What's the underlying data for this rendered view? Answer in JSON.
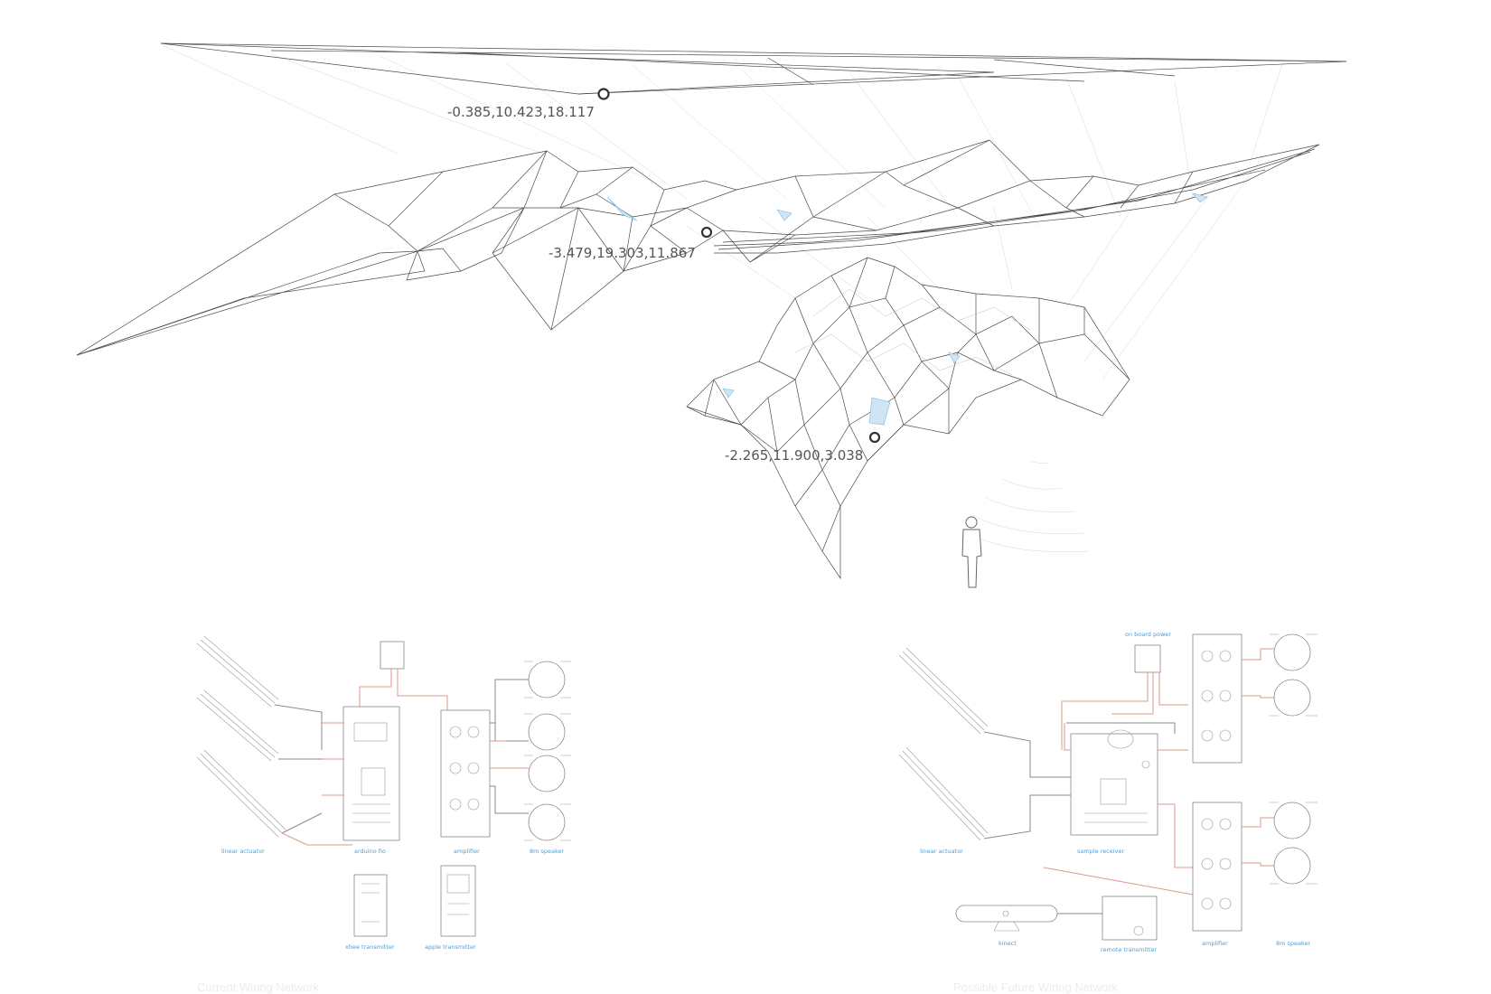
{
  "points": [
    {
      "label": "-0.385,10.423,18.117"
    },
    {
      "label": "-3.479,19.303,11.867"
    },
    {
      "label": "-2.265,11.900,3.038"
    }
  ],
  "current_network": {
    "caption": "Current Wiring Network",
    "labels": {
      "linear_actuator": "linear actuator",
      "arduino": "arduino fio",
      "amplifier": "amplifier",
      "speaker": "8m speaker",
      "xbee": "xbee transmitter",
      "apple": "apple transmitter"
    }
  },
  "future_network": {
    "caption": "Possible Future Wiring Network",
    "labels": {
      "power": "on board power",
      "linear_actuator": "linear actuator",
      "sample": "sample receiver",
      "kinect": "kinect",
      "remote": "remote transmitter",
      "amplifier": "amplifier",
      "speaker": "8m speaker"
    }
  },
  "colors": {
    "highlight": "#cfe5f3",
    "label_blue": "#4aa0d8",
    "wire_red": "#d99a8a"
  }
}
